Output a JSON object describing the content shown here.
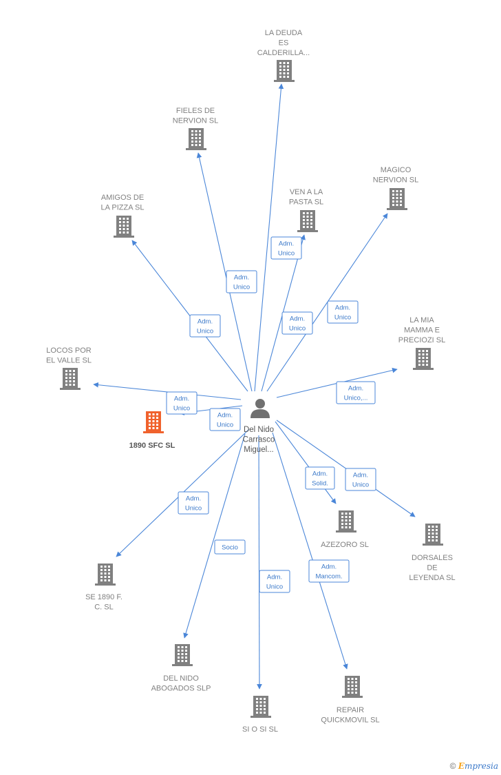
{
  "center": {
    "id": "person",
    "lines": [
      "Del Nido",
      "Carrasco",
      "Miguel..."
    ]
  },
  "companies": [
    {
      "id": "la_deuda",
      "lines": [
        "LA DEUDA",
        "ES",
        "CALDERILLA..."
      ],
      "highlight": false
    },
    {
      "id": "fieles",
      "lines": [
        "FIELES DE",
        "NERVION  SL"
      ],
      "highlight": false
    },
    {
      "id": "ven_a_la_pasta",
      "lines": [
        "VEN A LA",
        "PASTA  SL"
      ],
      "highlight": false
    },
    {
      "id": "magico",
      "lines": [
        "MAGICO",
        "NERVION  SL"
      ],
      "highlight": false
    },
    {
      "id": "amigos",
      "lines": [
        "AMIGOS DE",
        "LA PIZZA SL"
      ],
      "highlight": false
    },
    {
      "id": "la_mia_mamma",
      "lines": [
        "LA MIA",
        "MAMMA E",
        "PRECIOZI  SL"
      ],
      "highlight": false
    },
    {
      "id": "locos",
      "lines": [
        "LOCOS POR",
        "EL VALLE  SL"
      ],
      "highlight": false
    },
    {
      "id": "sfc_1890",
      "lines": [
        "1890 SFC  SL"
      ],
      "highlight": true
    },
    {
      "id": "azezoro",
      "lines": [
        "AZEZORO  SL"
      ],
      "highlight": false
    },
    {
      "id": "dorsales",
      "lines": [
        "DORSALES",
        "DE",
        "LEYENDA  SL"
      ],
      "highlight": false
    },
    {
      "id": "se_1890",
      "lines": [
        "SE 1890 F.",
        "C.  SL"
      ],
      "highlight": false
    },
    {
      "id": "del_nido_abogados",
      "lines": [
        "DEL NIDO",
        "ABOGADOS SLP"
      ],
      "highlight": false
    },
    {
      "id": "si_o_si",
      "lines": [
        "SI O SI  SL"
      ],
      "highlight": false
    },
    {
      "id": "repair",
      "lines": [
        "REPAIR",
        "QUICKMOVIL SL"
      ],
      "highlight": false
    }
  ],
  "relations": [
    {
      "target": "la_deuda",
      "lines": [
        "Adm.",
        "Unico"
      ]
    },
    {
      "target": "fieles",
      "lines": [
        "Adm.",
        "Unico"
      ]
    },
    {
      "target": "ven_a_la_pasta",
      "lines": [
        "Adm.",
        "Unico"
      ]
    },
    {
      "target": "magico",
      "lines": [
        "Adm.",
        "Unico"
      ]
    },
    {
      "target": "amigos",
      "lines": [
        "Adm.",
        "Unico"
      ]
    },
    {
      "target": "la_mia_mamma",
      "lines": [
        "Adm.",
        "Unico,..."
      ]
    },
    {
      "target": "locos",
      "lines": [
        "Adm.",
        "Unico"
      ]
    },
    {
      "target": "sfc_1890",
      "lines": [
        "Adm.",
        "Unico"
      ]
    },
    {
      "target": "azezoro",
      "lines": [
        "Adm.",
        "Solid."
      ]
    },
    {
      "target": "dorsales",
      "lines": [
        "Adm.",
        "Unico"
      ]
    },
    {
      "target": "se_1890",
      "lines": [
        "Adm.",
        "Unico"
      ]
    },
    {
      "target": "del_nido_abogados",
      "lines": [
        "Socio"
      ]
    },
    {
      "target": "si_o_si",
      "lines": [
        "Adm.",
        "Unico"
      ]
    },
    {
      "target": "repair",
      "lines": [
        "Adm.",
        "Mancom."
      ]
    }
  ],
  "colors": {
    "edge": "#4a86d8",
    "building": "#808080",
    "highlight": "#f0622d",
    "person": "#707070"
  },
  "footer": {
    "copyright": "©",
    "brand_initial": "E",
    "brand_rest": "mpresia"
  }
}
